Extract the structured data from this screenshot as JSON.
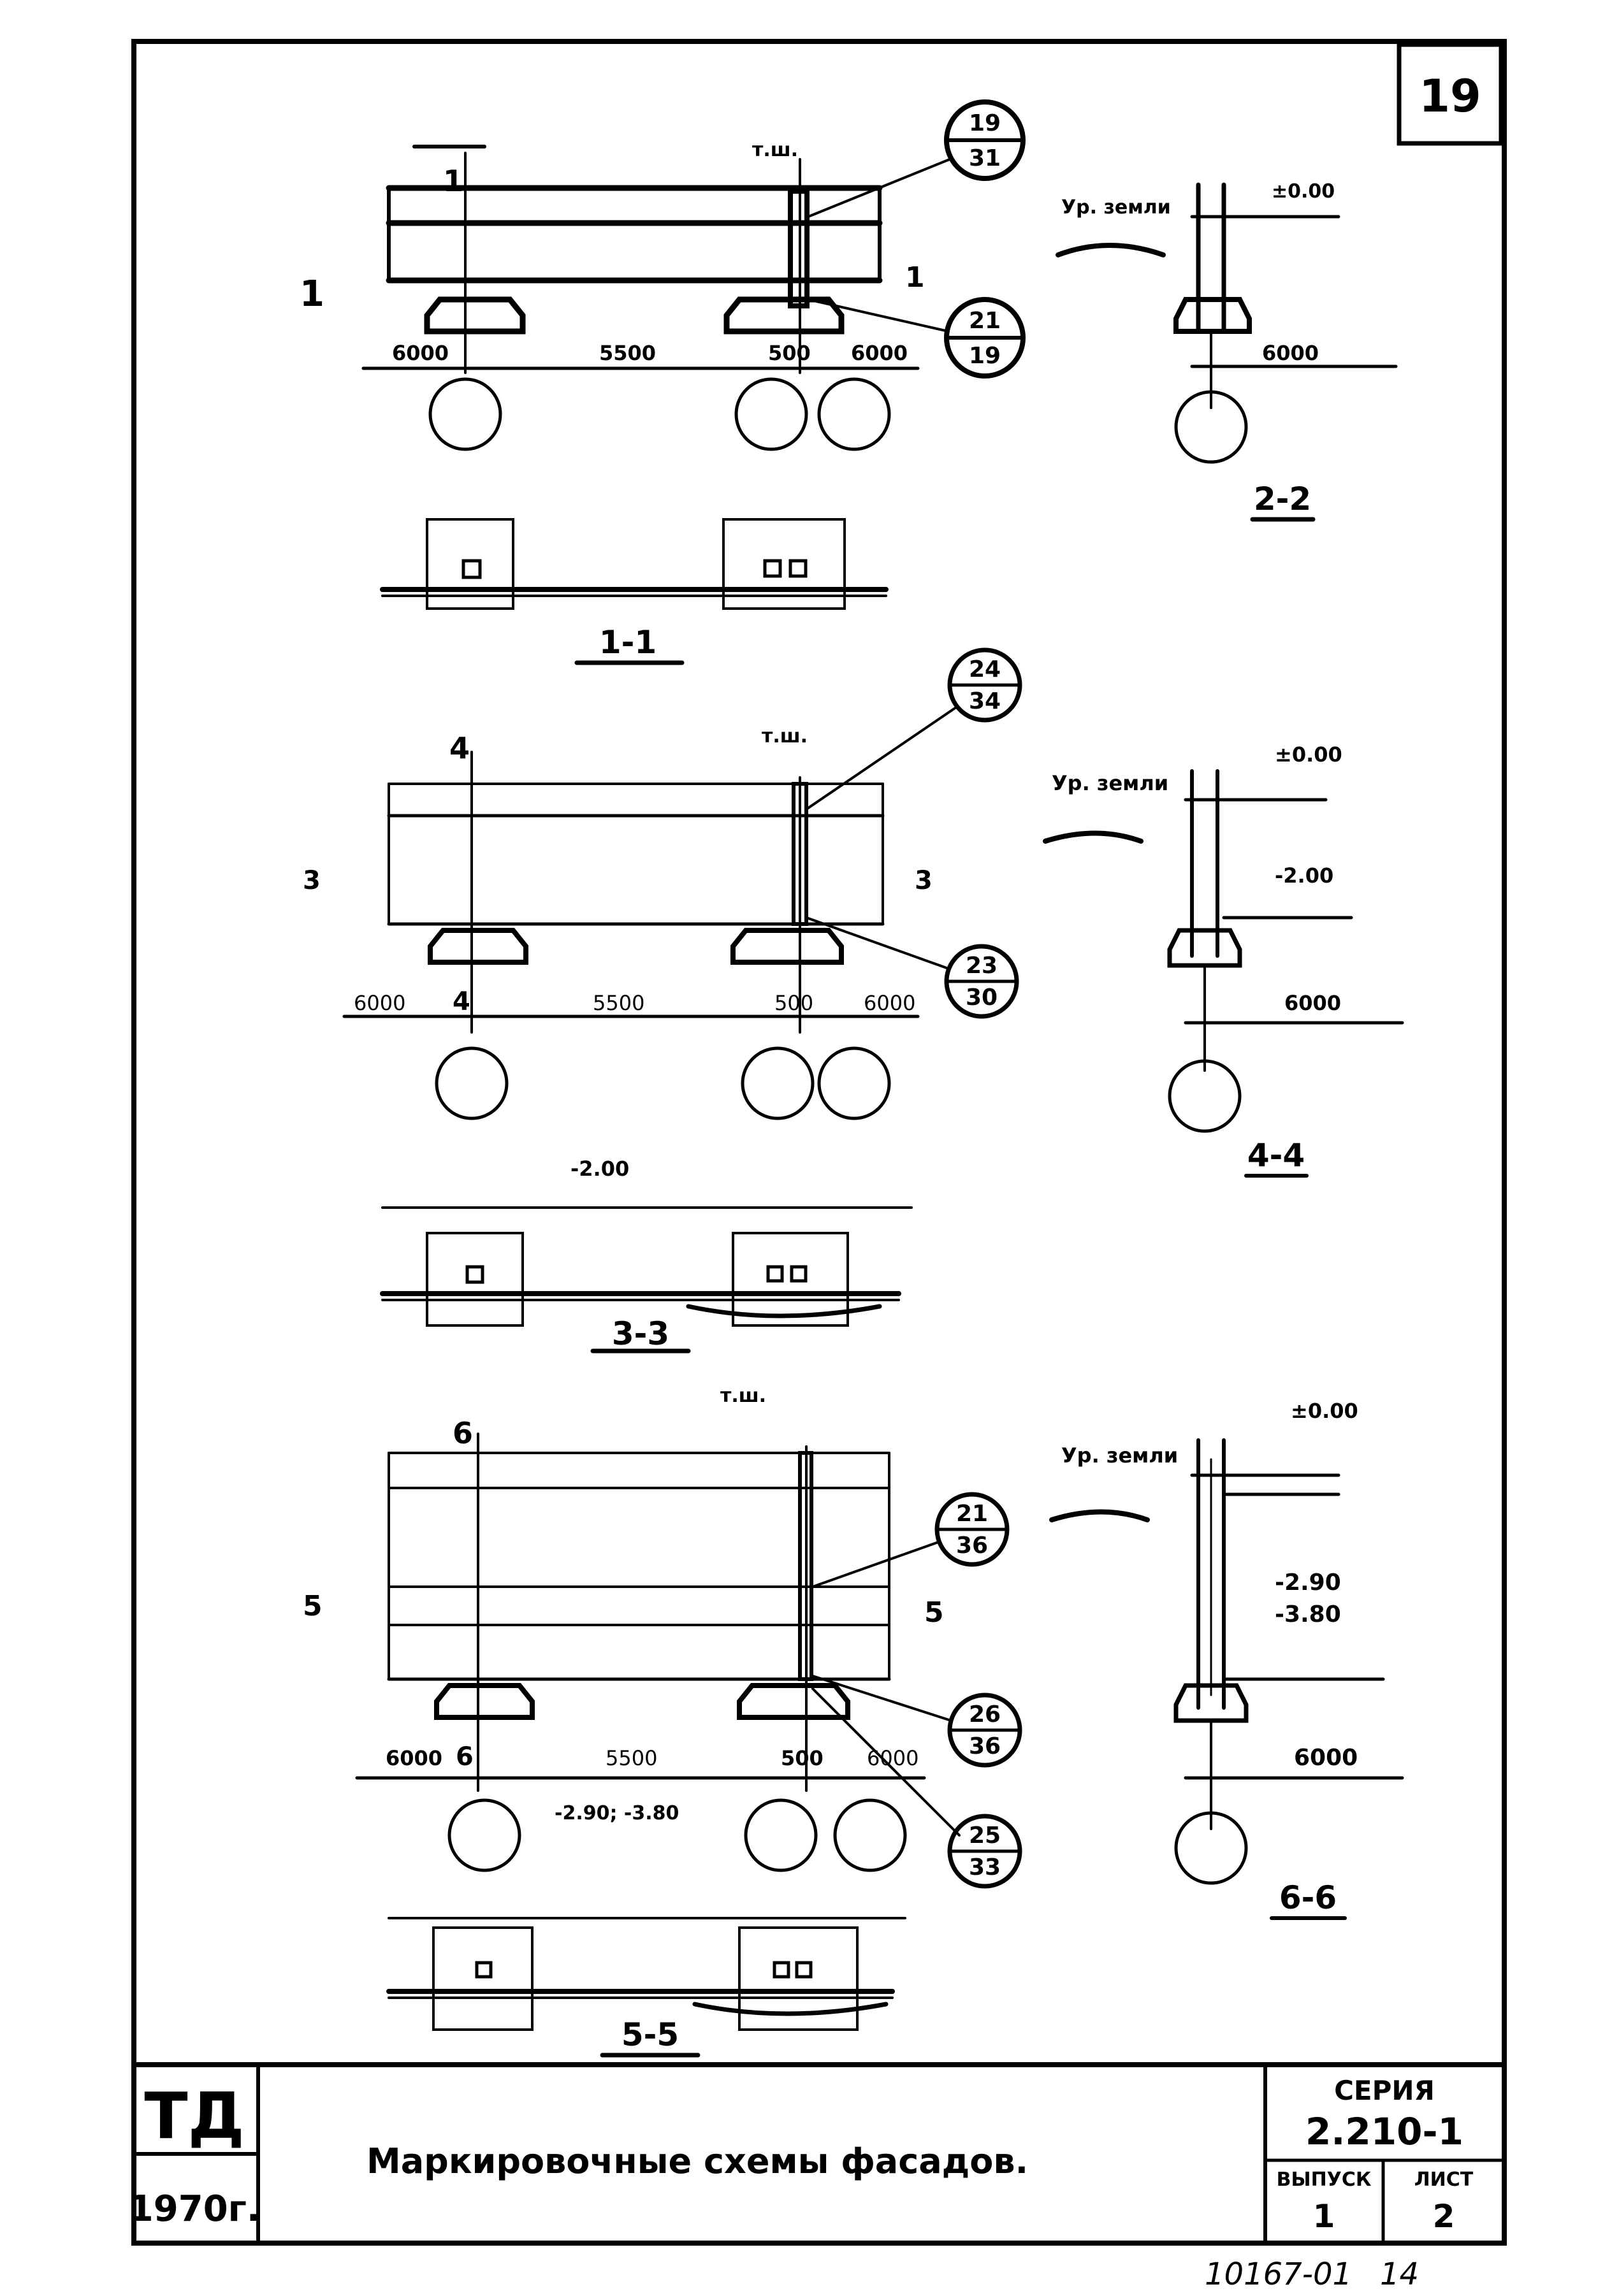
{
  "page_number": "19",
  "title_block": {
    "stamp": "ТД",
    "year": "1970г.",
    "title": "Маркировочные схемы фасадов.",
    "series_label": "СЕРИЯ",
    "series_value": "2.210-1",
    "issue_label": "ВЫПУСК",
    "issue_value": "1",
    "sheet_label": "ЛИСТ",
    "sheet_value": "2"
  },
  "footer": {
    "doc_number": "10167-01",
    "page": "14"
  },
  "views": {
    "top": {
      "section_mark": "1",
      "seam": "т.ш.",
      "ground": "Ур. земли",
      "elev_0": "±0.00",
      "callout_top": [
        "19",
        "31"
      ],
      "callout_bottom": [
        "21",
        "19"
      ],
      "dims": [
        "6000",
        "5500",
        "500",
        "6000"
      ],
      "side_dim": "6000",
      "sec_1_1": "1-1",
      "sec_2_2": "2-2"
    },
    "middle": {
      "section_mark": "4",
      "side_mark": "3",
      "seam": "т.ш.",
      "ground": "Ур. земли",
      "elev_0": "±0.00",
      "elev_2": "-2.00",
      "callout_top": [
        "24",
        "34"
      ],
      "callout_bottom": [
        "23",
        "30"
      ],
      "dims": [
        "6000",
        "5500",
        "500",
        "6000"
      ],
      "mark_4": "4",
      "side_dim": "6000",
      "sec_4_4": "4-4",
      "sec_3_3": "3-3",
      "plan_elev": "-2.00"
    },
    "bottom": {
      "section_mark": "6",
      "side_mark": "5",
      "seam": "т.ш.",
      "ground": "Ур. земли",
      "elev_0": "±0.00",
      "elev_290": "-2.90",
      "elev_380": "-3.80",
      "callout_top": [
        "21",
        "36"
      ],
      "callout_mid": [
        "26",
        "36"
      ],
      "callout_bottom": [
        "25",
        "33"
      ],
      "dims": [
        "6000",
        "5500",
        "500",
        "6000"
      ],
      "mark_6": "6",
      "side_dim": "6000",
      "sec_6_6": "6-6",
      "sec_5_5": "5-5",
      "plan_elev": "-2.90; -3.80"
    }
  }
}
